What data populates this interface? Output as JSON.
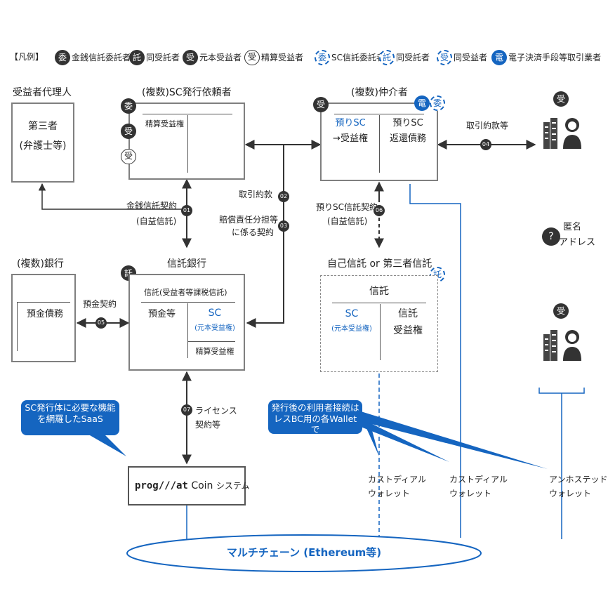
{
  "legend": {
    "title": "【凡例】",
    "items": [
      {
        "badge": "委",
        "style": "dark",
        "label": "金銭信託委託者"
      },
      {
        "badge": "託",
        "style": "dark",
        "label": "同受託者"
      },
      {
        "badge": "受",
        "style": "dark",
        "label": "元本受益者"
      },
      {
        "badge": "受",
        "style": "white",
        "label": "精算受益者"
      },
      {
        "badge": "委",
        "style": "dblue",
        "label": "SC信託委託者"
      },
      {
        "badge": "託",
        "style": "dblue",
        "label": "同受託者"
      },
      {
        "badge": "受",
        "style": "dblue",
        "label": "同受益者"
      },
      {
        "badge": "電",
        "style": "blue",
        "label": "電子決済手段等取引業者"
      }
    ]
  },
  "nodes": {
    "agent": {
      "title": "受益者代理人",
      "line1": "第三者",
      "line2": "(弁護士等)"
    },
    "issuer": {
      "title": "(複数)SC発行依頼者",
      "header": "精算受益権",
      "badges": [
        "委",
        "受",
        "受"
      ]
    },
    "broker": {
      "title": "(複数)仲介者",
      "left_line1": "預りSC",
      "left_line2": "→受益権",
      "right_line1": "預りSC",
      "right_line2": "返還債務",
      "badges": [
        "受",
        "電",
        "委"
      ]
    },
    "bank": {
      "title": "(複数)銀行",
      "cell": "預金債務"
    },
    "trust_bank": {
      "title": "信託銀行",
      "badge": "託",
      "header": "信託(受益者等課税信託)",
      "left": "預金等",
      "right_line1": "SC",
      "right_line2": "(元本受益権)",
      "right_bottom": "精算受益権"
    },
    "self_trust": {
      "title": "自己信託 or 第三者信託",
      "badge": "託",
      "header": "信託",
      "left_line1": "SC",
      "left_line2": "(元本受益権)",
      "right_line1": "信託",
      "right_line2": "受益権"
    },
    "system": {
      "brand": "prog///at",
      "coin": "Coin",
      "suffix": "システム"
    },
    "chain": {
      "label": "マルチチェーン (Ethereum等)"
    }
  },
  "relations": [
    {
      "num": "01",
      "line1": "金銭信託契約",
      "line2": "(自益信託)"
    },
    {
      "num": "02",
      "line1": "取引約款",
      "line2": ""
    },
    {
      "num": "03",
      "line1": "賠償責任分担等",
      "line2": "に係る契約"
    },
    {
      "num": "04",
      "line1": "取引約款等",
      "line2": ""
    },
    {
      "num": "05",
      "line1": "預金契約",
      "line2": ""
    },
    {
      "num": "06",
      "line1": "預りSC信託契約",
      "line2": "(自益信託)"
    },
    {
      "num": "07",
      "line1": "ライセンス",
      "line2": "契約等"
    }
  ],
  "users": {
    "top_badge": "受",
    "anon_label1": "匿名",
    "anon_label2": "アドレス",
    "anon_icon": "?",
    "bottom_badge": "受"
  },
  "callouts": {
    "saas_line1": "SC発行体に必要な機能",
    "saas_line2": "を網羅したSaaS",
    "wallet_line1": "発行後の利用者接続は",
    "wallet_line2": "レスBC用の各Walletで"
  },
  "wallets": [
    {
      "line1": "カストディアル",
      "line2": "ウォレット"
    },
    {
      "line1": "カストディアル",
      "line2": "ウォレット"
    },
    {
      "line1": "アンホステッド",
      "line2": "ウォレット"
    }
  ],
  "colors": {
    "accent": "#1565c0",
    "dark": "#333333",
    "border": "#7f7f7f"
  },
  "icons": [
    "building-icon",
    "person-icon",
    "question-icon"
  ]
}
